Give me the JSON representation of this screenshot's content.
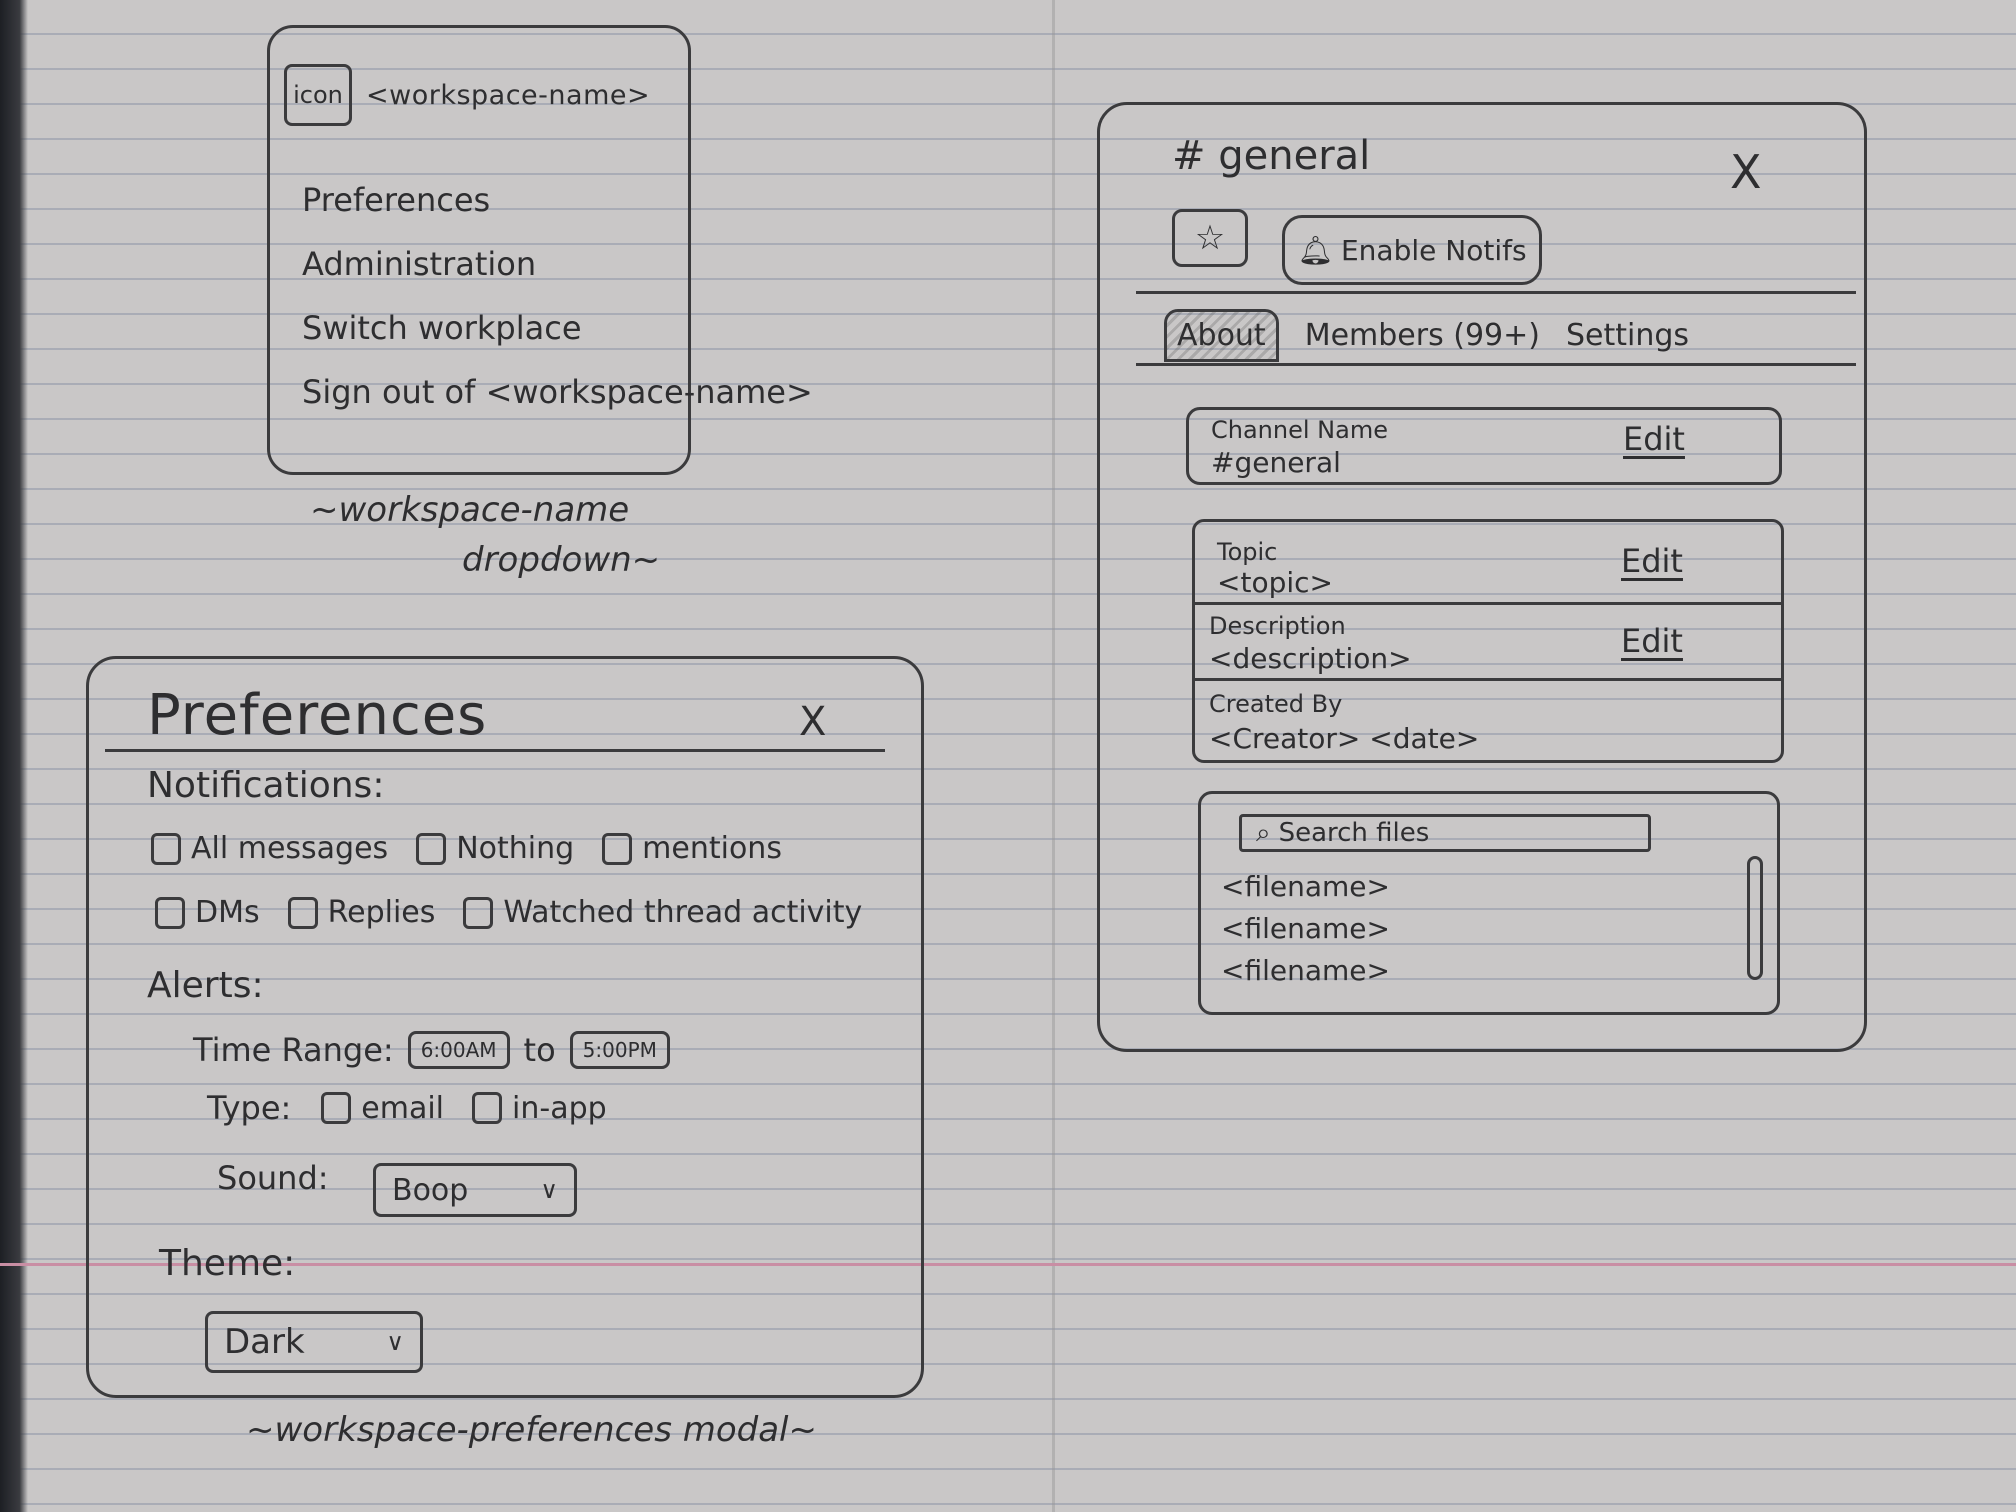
{
  "workspace_dropdown": {
    "icon_label": "icon",
    "workspace_name": "<workspace-name>",
    "menu": [
      "Preferences",
      "Administration",
      "Switch workplace",
      "Sign out of <workspace-name>"
    ],
    "caption_line1": "~workspace-name",
    "caption_line2": "dropdown~"
  },
  "preferences_modal": {
    "title": "Preferences",
    "close": "X",
    "notifications_label": "Notifications:",
    "notification_options_row1": [
      "All messages",
      "Nothing",
      "mentions"
    ],
    "notification_options_row2": [
      "DMs",
      "Replies",
      "Watched thread activity"
    ],
    "alerts_label": "Alerts:",
    "time_range_label": "Time Range:",
    "time_from": "6:00AM",
    "time_to_word": "to",
    "time_to": "5:00PM",
    "type_label": "Type:",
    "type_options": [
      "email",
      "in-app"
    ],
    "sound_label": "Sound:",
    "sound_value": "Boop",
    "theme_label": "Theme:",
    "theme_value": "Dark",
    "caption": "~workspace-preferences modal~"
  },
  "channel_details": {
    "name": "# general",
    "close": "X",
    "star_icon": "star-icon",
    "notif_button_label": "Enable Notifs",
    "tabs": [
      "About",
      "Members (99+)",
      "Settings"
    ],
    "active_tab": "About",
    "channel_name_label": "Channel Name",
    "channel_name_value": "#general",
    "topic_label": "Topic",
    "topic_value": "<topic>",
    "description_label": "Description",
    "description_value": "<description>",
    "created_label": "Created By",
    "created_value": "<Creator> <date>",
    "edit_label": "Edit",
    "search_placeholder": "Search files",
    "files": [
      "<filename>",
      "<filename>",
      "<filename>"
    ]
  }
}
